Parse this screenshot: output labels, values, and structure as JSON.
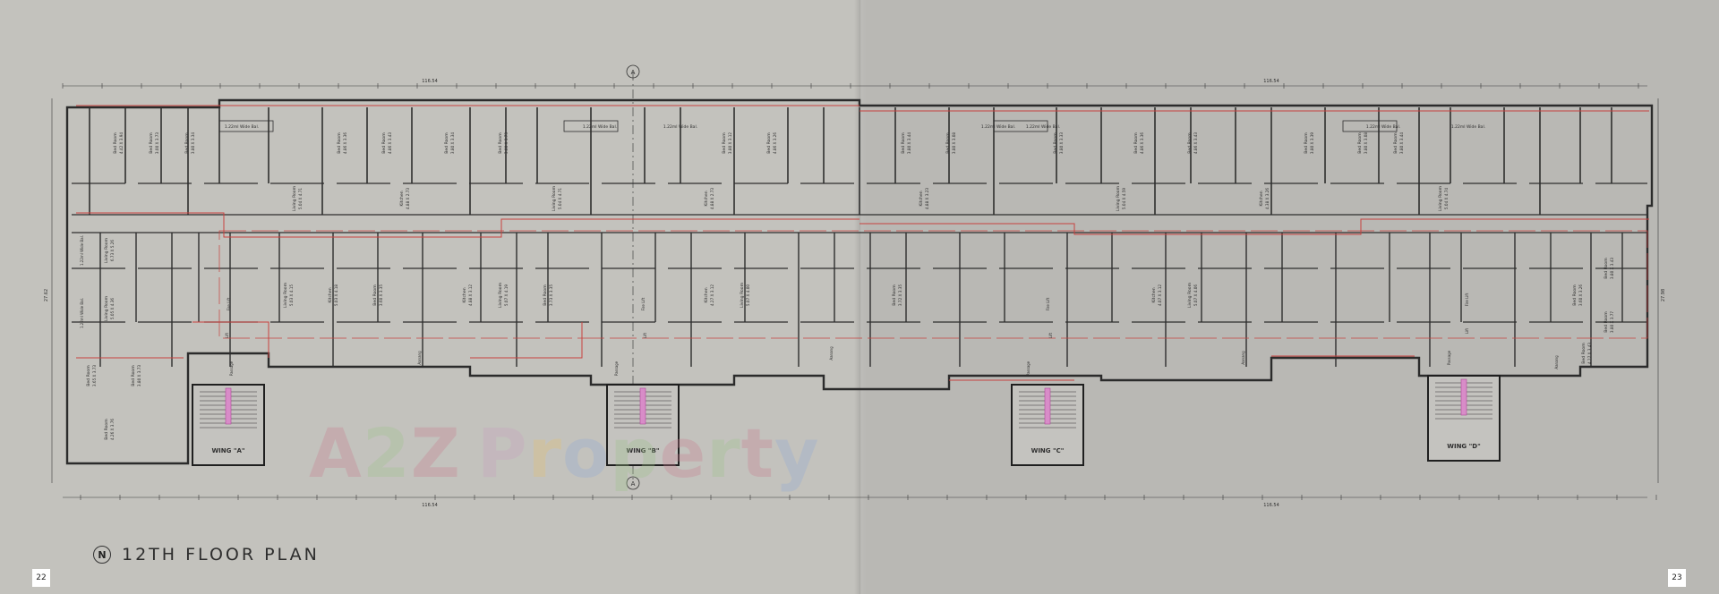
{
  "page_title": "12TH FLOOR PLAN",
  "north_symbol": "N",
  "page_numbers": {
    "left": "22",
    "right": "23"
  },
  "watermark": {
    "text": "A2Z Property",
    "colors": [
      "#c97b8f",
      "#9cc28a",
      "#c97b8f",
      "#8fa8d6",
      "#c7a0c0",
      "#e7c06d",
      "#8fa8d6",
      "#9cc28a"
    ]
  },
  "section_marker": "A",
  "wings": [
    {
      "label": "WING \"A\""
    },
    {
      "label": "WING \"B\""
    },
    {
      "label": "WING \"C\""
    },
    {
      "label": "WING \"D\""
    }
  ],
  "overall_dims": {
    "top": "116.54",
    "bottom": "116.54",
    "height_left": "27.62",
    "height_right": "27.98"
  },
  "balconies": [
    "1.22ml Wide Bal.",
    "1.22ml Wide Bal.",
    "1.22ml Wide Bal.",
    "1.22ml Wide Bal.",
    "1.22ml Wide Bal.",
    "1.22ml Wide Bal.",
    "1.22ml Wide Bal."
  ],
  "side_balconies": [
    "1.22ml Wide Bal.",
    "1.22ml Wide Bal."
  ],
  "top_rooms": [
    {
      "name": "Bed Room",
      "size": "4.42 X 3.94"
    },
    {
      "name": "Bed Room",
      "size": "3.00 X 3.73"
    },
    {
      "name": "Bed Room",
      "size": "3.80 X 3.34"
    },
    {
      "name": "Bed Room",
      "size": "4.86 X 3.36"
    },
    {
      "name": "Bed Room",
      "size": "4.86 X 3.43"
    },
    {
      "name": "Bed Room",
      "size": "3.80 X 3.34"
    },
    {
      "name": "Bed Room",
      "size": "3.00 X 3.73"
    },
    {
      "name": "Bed Room",
      "size": "3.80 X 3.12"
    },
    {
      "name": "Bed Room",
      "size": "4.86 X 3.26"
    },
    {
      "name": "Bed Room",
      "size": "3.80 X 3.44"
    },
    {
      "name": "Bed Room",
      "size": "3.80 X 3.08"
    },
    {
      "name": "Bed Room",
      "size": "3.80 X 3.33"
    },
    {
      "name": "Bed Room",
      "size": "4.86 X 3.36"
    },
    {
      "name": "Bed Room",
      "size": "4.86 X 3.43"
    },
    {
      "name": "Bed Room",
      "size": "3.80 X 3.39"
    },
    {
      "name": "Bed Room",
      "size": "3.80 X 3.08"
    },
    {
      "name": "Bed Room",
      "size": "3.80 X 3.44"
    }
  ],
  "mid_rooms": [
    {
      "name": "Living Room",
      "size": "5.04 X 4.71"
    },
    {
      "name": "Kitchen",
      "size": "4.88 X 2.73"
    },
    {
      "name": "Living Room",
      "size": "5.04 X 4.71"
    },
    {
      "name": "Kitchen",
      "size": "4.88 X 2.73"
    },
    {
      "name": "Kitchen",
      "size": "4.88 X 3.23"
    },
    {
      "name": "Living Room",
      "size": "5.04 X 4.59"
    },
    {
      "name": "Kitchen",
      "size": "4.38 X 3.26"
    },
    {
      "name": "Living Room",
      "size": "5.04 X 4.74"
    }
  ],
  "low_rooms": [
    {
      "name": "Living Room",
      "size": "5.03 X 4.15"
    },
    {
      "name": "Kitchen",
      "size": "5.03 X 4.18"
    },
    {
      "name": "Bed Room",
      "size": "3.60 X 3.35"
    },
    {
      "name": "Kitchen",
      "size": "4.88 X 3.12"
    },
    {
      "name": "Living Room",
      "size": "5.07 X 4.19"
    },
    {
      "name": "Bed Room",
      "size": "3.73 X 3.35"
    },
    {
      "name": "Kitchen",
      "size": "4.27 X 3.12"
    },
    {
      "name": "Living Room",
      "size": "5.07 X 4.00"
    },
    {
      "name": "Bed Room",
      "size": "3.72 X 3.35"
    },
    {
      "name": "Kitchen",
      "size": "4.07 X 3.12"
    },
    {
      "name": "Living Room",
      "size": "5.07 X 4.06"
    },
    {
      "name": "Bed Room",
      "size": "3.60 X 3.26"
    }
  ],
  "west_rooms": [
    {
      "name": "Living Room",
      "size": "6.73 X 5.26"
    },
    {
      "name": "Living Room",
      "size": "5.05 X 4.36"
    },
    {
      "name": "Bed Room",
      "size": "3.65 X 3.73"
    },
    {
      "name": "Bed Room",
      "size": "3.80 X 3.73"
    },
    {
      "name": "Bed Room",
      "size": "4.26 X 3.76"
    }
  ],
  "east_rooms": [
    {
      "name": "Bed Room",
      "size": "3.80 X 3.43"
    },
    {
      "name": "Bed Room",
      "size": "3.80 X 3.77"
    },
    {
      "name": "Bed Room",
      "size": "4.27 X 3.43"
    }
  ],
  "service_labels": [
    "Lift",
    "Lift",
    "Lift",
    "Lift",
    "Passage",
    "Passage",
    "Passage",
    "Passage",
    "Fire Lift",
    "Fire Lift",
    "Fire Lift",
    "Fire Lift",
    "Aanang",
    "Aanang",
    "Aanang",
    "Aanang"
  ]
}
